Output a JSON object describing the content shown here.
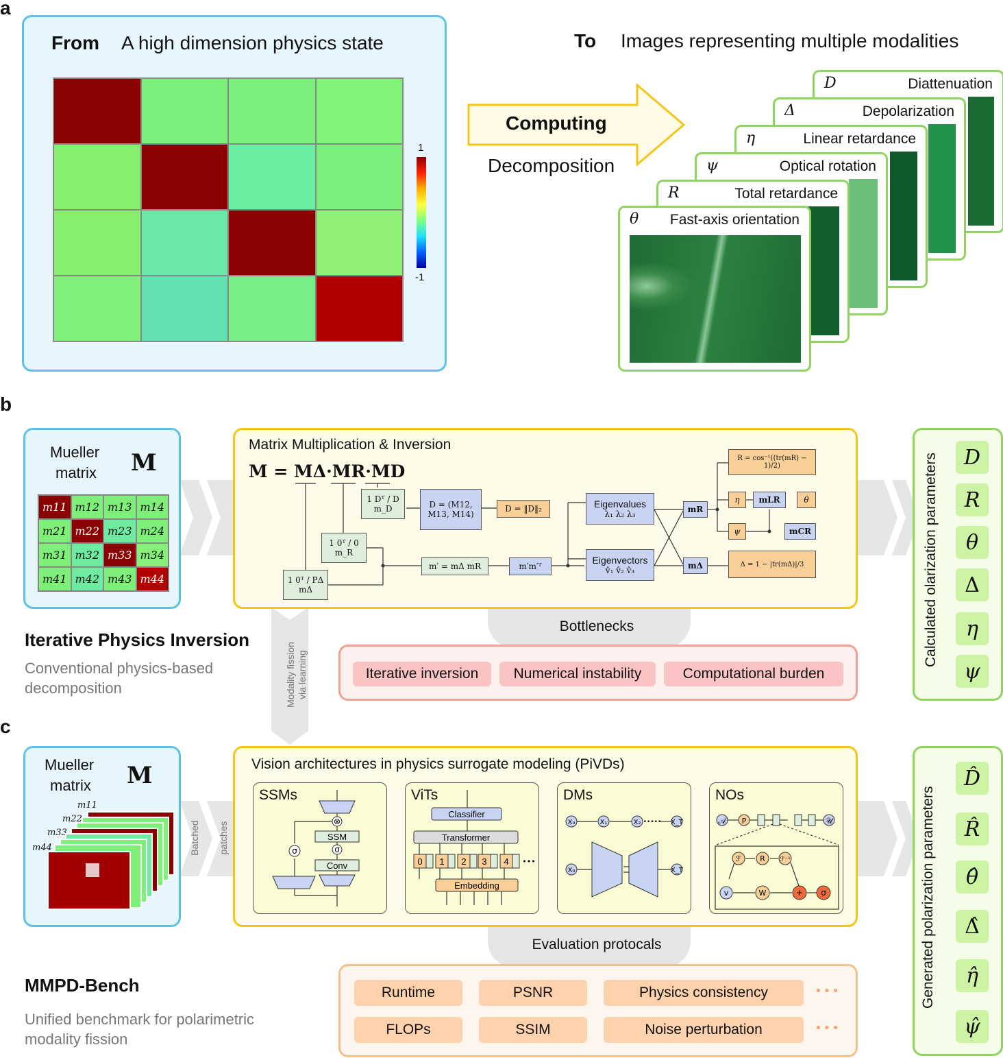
{
  "panels": {
    "a": "a",
    "b": "b",
    "c": "c"
  },
  "a": {
    "from_label": "From",
    "from_text": "A high dimension physics state",
    "to_label": "To",
    "to_text": "Images representing multiple modalities",
    "arrow_text": "Computing",
    "arrow_sub": "Decomposition",
    "colorbar_max": "1",
    "colorbar_min": "-1",
    "layers": [
      {
        "sym": "D",
        "label": "Diattenuation"
      },
      {
        "sym": "Δ",
        "label": "Depolarization"
      },
      {
        "sym": "η",
        "label": "Linear retardance"
      },
      {
        "sym": "ψ",
        "label": "Optical rotation"
      },
      {
        "sym": "R",
        "label": "Total retardance"
      },
      {
        "sym": "θ",
        "label": "Fast-axis orientation"
      }
    ]
  },
  "b": {
    "mueller_l1": "Mueller",
    "mueller_l2": "matrix",
    "M": "M",
    "cells": [
      [
        "m11",
        "m12",
        "m13",
        "m14"
      ],
      [
        "m21",
        "m22",
        "m23",
        "m24"
      ],
      [
        "m31",
        "m32",
        "m33",
        "m34"
      ],
      [
        "m41",
        "m42",
        "m43",
        "m44"
      ]
    ],
    "title": "Iterative Physics Inversion",
    "subtitle_l1": "Conventional physics-based",
    "subtitle_l2": "decomposition",
    "box_title": "Matrix Multiplication & Inversion",
    "equation": "M = MΔ·MR·MD",
    "nodes": {
      "md": "1  Dᵀ / D  m_D",
      "mr": "1  0ᵀ / 0  m_R",
      "mdelta": "1  0ᵀ / PΔ  mΔ",
      "dvec": "D = (M12, M13, M14)",
      "dnorm": "D = ‖D‖₂",
      "mprime": "m′ = mΔ mR",
      "mmt": "m′m′ᵀ",
      "eigval_t": "Eigenvalues",
      "eigval_s": "λ₁  λ₂  λ₃",
      "eigvec_t": "Eigenvectors",
      "eigvec_s": "v̂₁  v̂₂  v̂₃",
      "mR": "mR",
      "mDelta": "mΔ",
      "Rform": "R = cos⁻¹((tr(mR) − 1)/2)",
      "eta": "η",
      "mLR": "mLR",
      "theta": "θ",
      "psi": "ψ",
      "mCR": "mCR",
      "Dform": "Δ = 1 − |tr(mΔ)|/3"
    },
    "bottleneck_label": "Bottlenecks",
    "bottlenecks": [
      "Iterative inversion",
      "Numerical instability",
      "Computational burden"
    ],
    "side_title": "Calculated olarization parameters",
    "params": [
      "D",
      "R",
      "θ",
      "Δ",
      "η",
      "ψ"
    ],
    "vertical_l1": "Modality fission",
    "vertical_l2": "via learning"
  },
  "c": {
    "mueller_l1": "Mueller",
    "mueller_l2": "matrix",
    "M": "M",
    "stack_labels": [
      "m11",
      "m22",
      "m33",
      "m44"
    ],
    "batched": "Batched",
    "patches": "patches",
    "title": "MMPD-Bench",
    "subtitle_l1": "Unified benchmark for polarimetric",
    "subtitle_l2": "modality fission",
    "box_title": "Vision architectures in physics surrogate modeling (PiVDs)",
    "ssm": {
      "title": "SSMs",
      "ssm": "SSM",
      "conv": "Conv",
      "sigma": "σ",
      "otimes": "⊗"
    },
    "vit": {
      "title": "ViTs",
      "classifier": "Classifier",
      "transformer": "Transformer",
      "embedding": "Embedding",
      "tokens": [
        "0",
        "1",
        "2",
        "3",
        "4"
      ],
      "more": "•••"
    },
    "dm": {
      "title": "DMs",
      "x0": "X₀",
      "x1": "X₁",
      "x2": "X₂",
      "xT": "X_T",
      "dots": "•••••"
    },
    "no": {
      "title": "NOs",
      "A": "𝒜",
      "P": "P",
      "U": "𝒰",
      "F": "ℱ",
      "R": "R",
      "Finv": "ℱ⁻¹",
      "v": "v",
      "W": "W",
      "plus": "+",
      "sigma": "σ"
    },
    "eval_label": "Evaluation protocals",
    "metrics": [
      "Runtime",
      "PSNR",
      "Physics consistency",
      "FLOPs",
      "SSIM",
      "Noise perturbation"
    ],
    "dots": "•••",
    "side_title": "Generated polarization parameters",
    "params": [
      "D̂",
      "R̂",
      "θ̂",
      "Δ̂",
      "η̂",
      "ψ̂"
    ]
  },
  "colors": {
    "blue_border": "#5dc1e8",
    "yellow_border": "#f5c518",
    "green_border": "#8fd45e",
    "red_chip": "#fbc4c4",
    "orange_chip": "#fdd2ad",
    "matrix_diag": "#8b0000",
    "matrix_off": "#7ef07a"
  }
}
